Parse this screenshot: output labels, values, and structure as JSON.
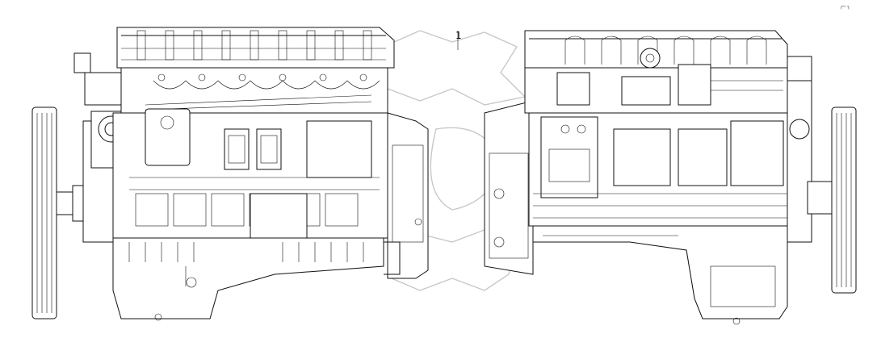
{
  "diagram": {
    "callout_label": "1",
    "corner_mark": "┌─ ┐",
    "views": [
      "left-engine-view",
      "right-engine-view"
    ],
    "colors": {
      "line": "#111111",
      "background": "#ffffff",
      "watermark": "#c8c8c8"
    }
  }
}
